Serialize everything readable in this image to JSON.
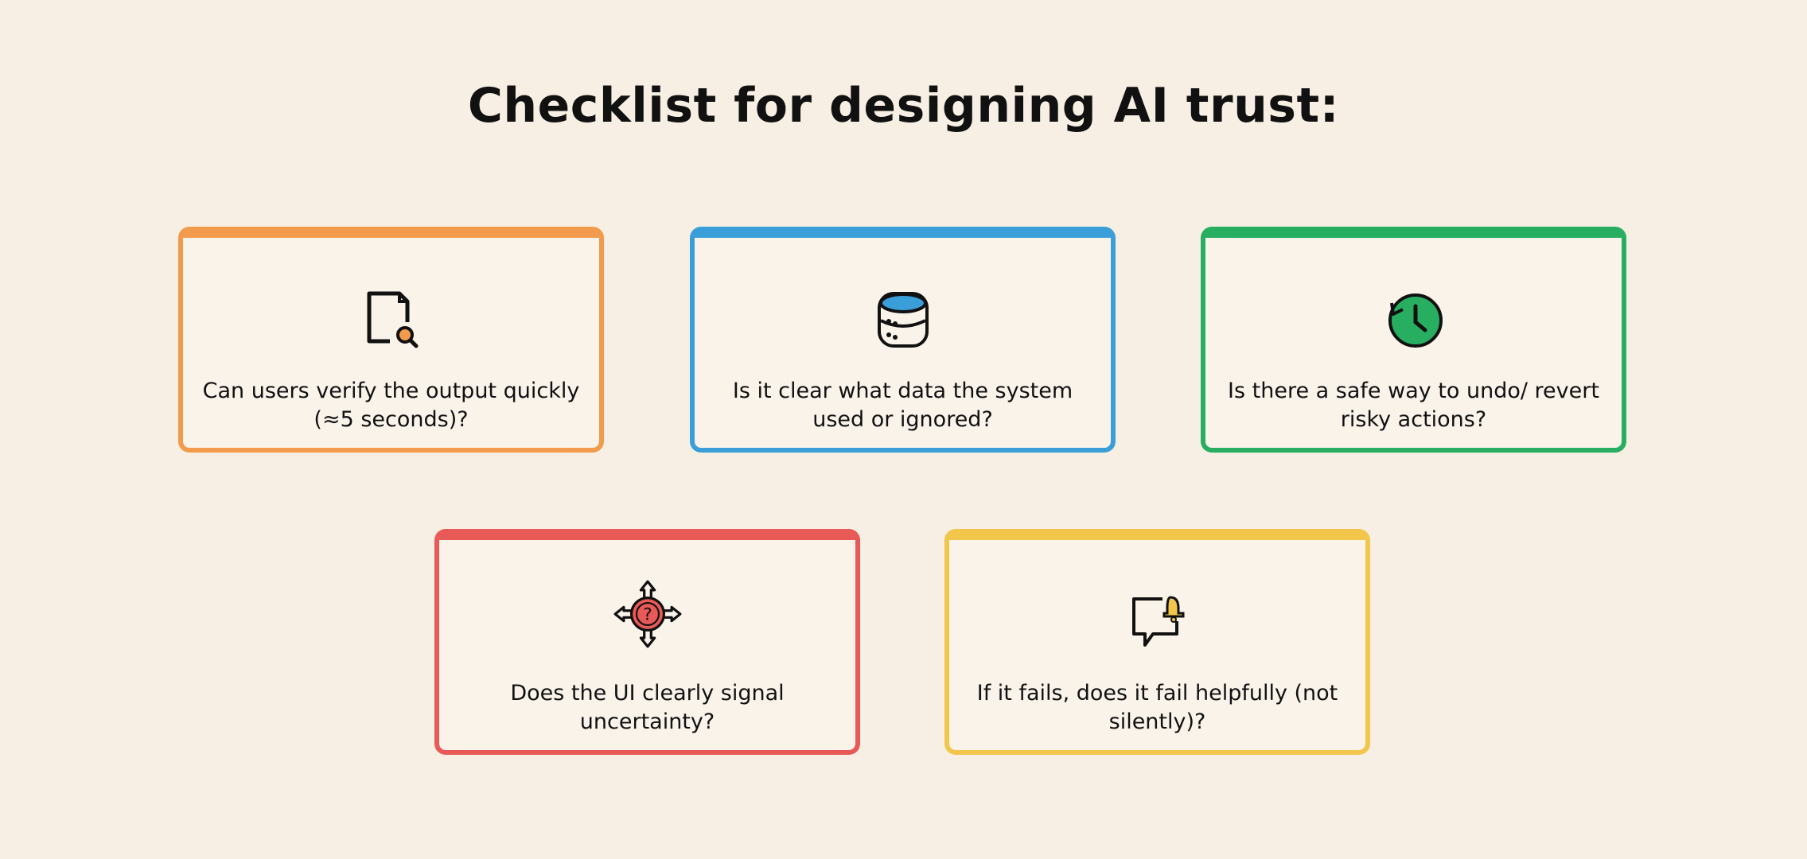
{
  "title": "Checklist for designing AI trust:",
  "cards": [
    {
      "text": "Can users verify the output quickly (≈5 seconds)?",
      "icon": "document-search-icon",
      "color": "#f29b4c"
    },
    {
      "text": "Is it clear what data the system used or ignored?",
      "icon": "database-icon",
      "color": "#3a9fd9"
    },
    {
      "text": "Is there a safe way to undo/ revert risky actions?",
      "icon": "history-clock-icon",
      "color": "#27ae60"
    },
    {
      "text": "Does the UI clearly signal uncertainty?",
      "icon": "question-arrows-icon",
      "color": "#e85a57"
    },
    {
      "text": "If it fails, does it fail helpfully (not silently)?",
      "icon": "chat-bell-icon",
      "color": "#f1c64b"
    }
  ]
}
